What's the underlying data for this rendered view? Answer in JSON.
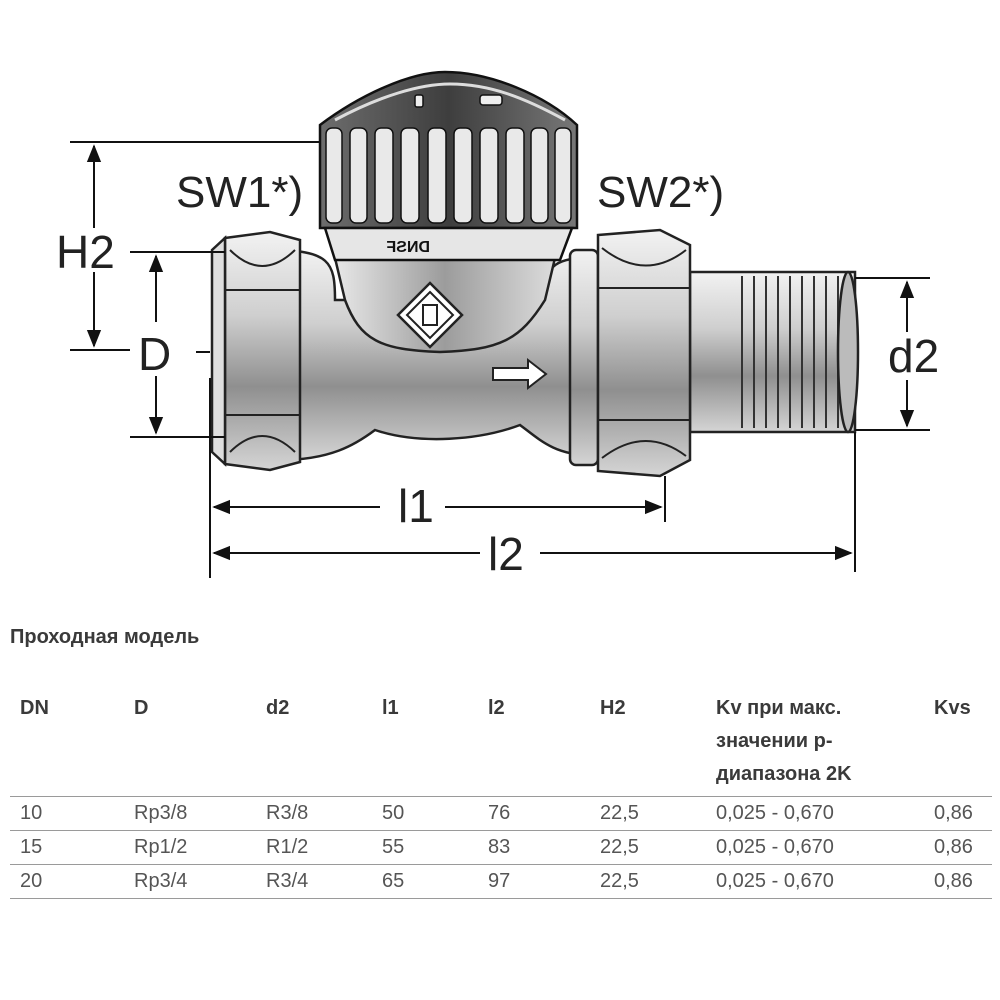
{
  "diagram": {
    "labels": {
      "sw1": "SW1*)",
      "sw2": "SW2*)",
      "h2": "H2",
      "d": "D",
      "d2": "d2",
      "l1": "l1",
      "l2": "l2"
    },
    "cap_mark": "DNSF"
  },
  "section_title": "Проходная модель",
  "table": {
    "headers": [
      "DN",
      "D",
      "d2",
      "l1",
      "l2",
      "H2",
      "Kv при макс. значении p-диапазона 2K",
      "Kvs"
    ],
    "rows": [
      [
        "10",
        "Rp3/8",
        "R3/8",
        "50",
        "76",
        "22,5",
        "0,025 - 0,670",
        "0,86"
      ],
      [
        "15",
        "Rp1/2",
        "R1/2",
        "55",
        "83",
        "22,5",
        "0,025 - 0,670",
        "0,86"
      ],
      [
        "20",
        "Rp3/4",
        "R3/4",
        "65",
        "97",
        "22,5",
        "0,025 - 0,670",
        "0,86"
      ]
    ]
  }
}
